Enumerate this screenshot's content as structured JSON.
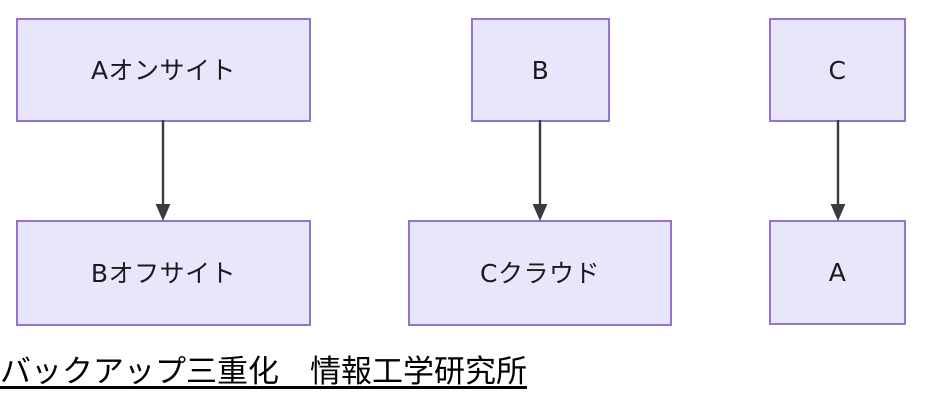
{
  "diagram": {
    "type": "flowchart",
    "title_caption": "バックアップ三重化　情報工学研究所",
    "style": {
      "node_fill": "#e8e6fb",
      "node_border": "#9673d3",
      "arrow_color": "#3b3b3b",
      "text_color": "#1a1a1a",
      "background": "#ffffff",
      "caption_color": "#000000"
    },
    "nodes": [
      {
        "id": "a-onsite",
        "label": "Aオンサイト"
      },
      {
        "id": "b-offsite",
        "label": "Bオフサイト"
      },
      {
        "id": "b",
        "label": "B"
      },
      {
        "id": "c-cloud",
        "label": "Cクラウド"
      },
      {
        "id": "c",
        "label": "C"
      },
      {
        "id": "a",
        "label": "A"
      }
    ],
    "edges": [
      {
        "id": "edge-1",
        "from": "a-onsite",
        "to": "b-offsite",
        "arrowhead": "solid-triangle"
      },
      {
        "id": "edge-2",
        "from": "b",
        "to": "c-cloud",
        "arrowhead": "solid-triangle"
      },
      {
        "id": "edge-3",
        "from": "c",
        "to": "a",
        "arrowhead": "solid-triangle"
      }
    ]
  }
}
